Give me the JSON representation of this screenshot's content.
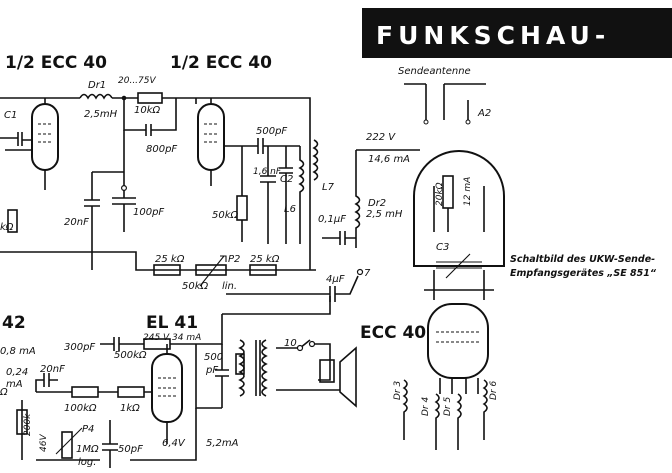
{
  "header": {
    "title": "FUNKSCHAU-"
  },
  "caption": {
    "line1": "Schaltbild des UKW-Sende-",
    "line2": "Empfangsgerätes „SE 851“"
  },
  "tubes": {
    "v1": "1/2 ECC 40",
    "v2": "1/2 ECC 40",
    "el41": "EL 41",
    "el41_rating": "245 V 34 mA",
    "ecc40": "ECC 40",
    "partial": "42"
  },
  "antenna": {
    "label": "Sendeantenne",
    "a2": "A2"
  },
  "components": {
    "dr1": "Dr1",
    "dr1_val": "2,5mH",
    "supply": "20...75V",
    "r_10k": "10kΩ",
    "c_800": "800pF",
    "c1": "C1",
    "c_20nf": "20nF",
    "c_100pf": "100pF",
    "c_500pf": "500pF",
    "c_1_6nf": "1,6 nF",
    "c2": "C2",
    "l6": "L6",
    "l7": "L7",
    "r_50k": "50kΩ",
    "r_k": "kΩ",
    "v_222": "222 V",
    "i_14_6": "14,6 mA",
    "c_01uf": "0,1μF",
    "dr2": "Dr2",
    "dr2_val": "2,5 mH",
    "r_25k_a": "25 kΩ",
    "r_25k_b": "25 kΩ",
    "p2": "P2",
    "r_50k_lin": "50kΩ",
    "lin": "lin.",
    "c_4uf": "4μF",
    "sw_7": "7",
    "r_20k": "20kΩ",
    "i_12": "12 mA",
    "c3": "C3",
    "c_300pf": "300pF",
    "r_500k": "500kΩ",
    "i_0_8": "0,8 mA",
    "i_0_24": "0,24",
    "u_mA": "mA",
    "c_20nf_b": "20nF",
    "r_100k": "100kΩ",
    "r_1k": "1kΩ",
    "c_500pf_b": "500",
    "pf": "pF",
    "sw_10": "10",
    "r_200k": "200k",
    "p4": "P4",
    "r_1M": "1MΩ",
    "log": "log.",
    "v_46": "46V",
    "c_50pf": "50pF",
    "v_64": "6,4V",
    "i_5_2": "5,2mA",
    "dr3": "Dr 3",
    "dr4": "Dr 4",
    "dr5": "Dr 5",
    "dr6": "Dr 6",
    "r_edge": "Ω"
  }
}
